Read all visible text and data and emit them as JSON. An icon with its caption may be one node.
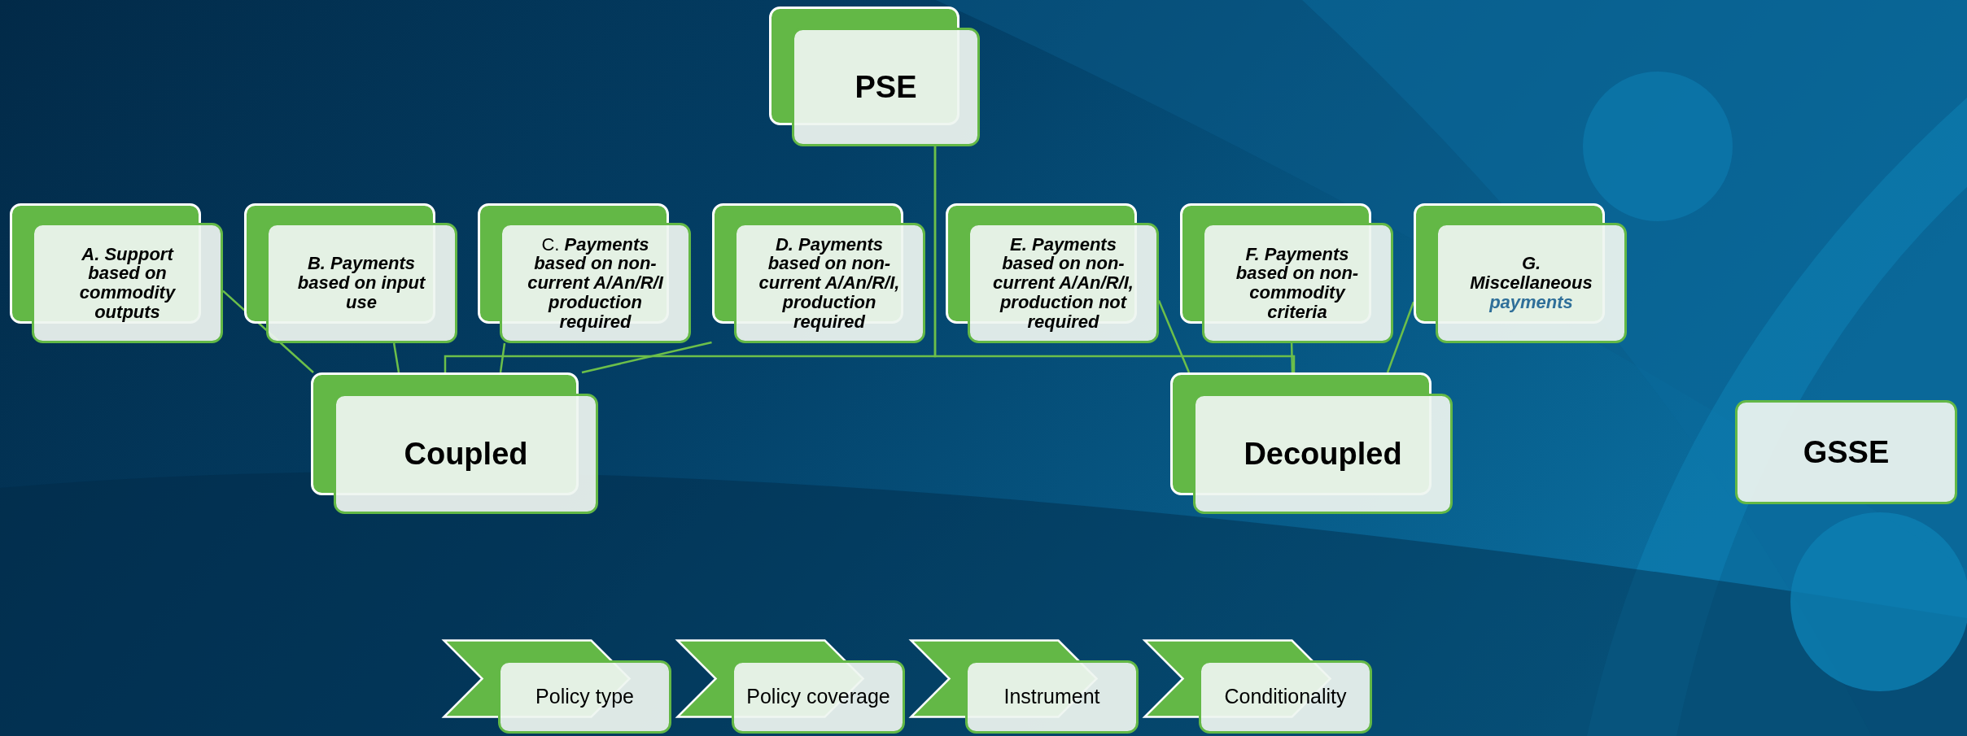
{
  "diagram": {
    "nodes": [
      {
        "text": [
          "PSE"
        ]
      },
      {
        "text": [
          "A.  Support based on commodity outputs"
        ]
      },
      {
        "text": [
          "B.  Payments based on input use"
        ]
      },
      {
        "text": [
          "C. **Payments based on non-current A/An/R/I production required**"
        ]
      },
      {
        "text": [
          "D.  Payments based on non-current A/An/R/I, production required"
        ]
      },
      {
        "text": [
          "E. Payments based on non-current A/An/R/I, production not required"
        ]
      },
      {
        "text": [
          "F.  Payments based on non-commodity criteria"
        ]
      },
      {
        "text": [
          "G.  Miscellaneous",
          "payments"
        ]
      },
      {
        "text": [
          "Coupled"
        ]
      },
      {
        "text": [
          "Decoupled"
        ]
      },
      {
        "text": [
          "GSSE"
        ]
      },
      {
        "text": [
          "Policy type"
        ]
      },
      {
        "text": [
          "Policy coverage"
        ]
      },
      {
        "text": [
          "Instrument"
        ]
      },
      {
        "text": [
          "Conditionality"
        ]
      }
    ],
    "edges": [
      {
        "from": 0,
        "to": 8,
        "arrow": "none"
      },
      {
        "from": 0,
        "to": 9,
        "arrow": "none"
      },
      {
        "from": 1,
        "to": 8,
        "arrow": "none"
      },
      {
        "from": 2,
        "to": 8,
        "arrow": "none"
      },
      {
        "from": 3,
        "to": 8,
        "arrow": "none"
      },
      {
        "from": 4,
        "to": 8,
        "arrow": "none"
      },
      {
        "from": 5,
        "to": 9,
        "arrow": "none"
      },
      {
        "from": 6,
        "to": 9,
        "arrow": "none"
      },
      {
        "from": 7,
        "to": 9,
        "arrow": "none"
      }
    ]
  }
}
